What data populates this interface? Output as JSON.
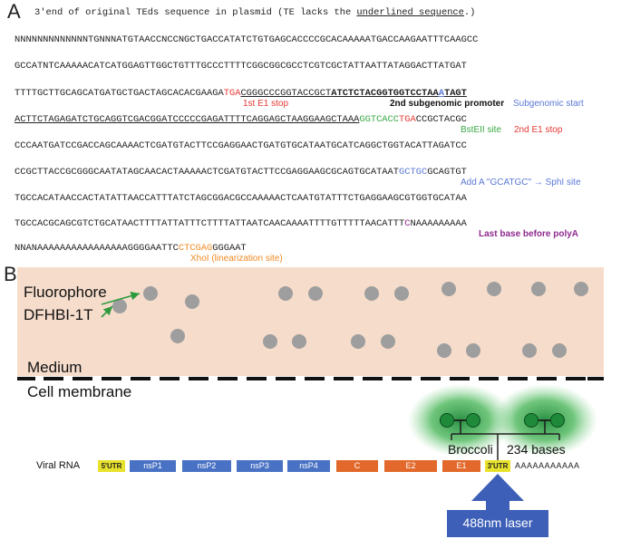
{
  "panel_a": {
    "letter": "A",
    "caption_prefix": "3'end of original TEds sequence in plasmid (TE lacks the ",
    "caption_underlined": "underlined sequence",
    "caption_suffix": ".)",
    "line1": "NNNNNNNNNNNNNTGNNNATGTAACCNCCNGCTGACCATATCTGTGAGCACCCCGCACAAAAATGACCAAGAATTTCAAGCC",
    "line2": "GCCATNTCAAAAACATCATGGAGTTGGCTGTTTGCCCTTTTCGGCGGCGCCTCGTCGCTATTAATTATAGGACTTATGAT",
    "line3_a": "TTTTGCTTGCAGCATGATGCTGACTAGCACACGAAGA",
    "line3_b": "TGA",
    "line3_c": "CGGGCCCGGTACCGCT",
    "line3_d": "ATCTCTACGGTGGTCCTAA",
    "line3_e": "A",
    "line3_f": "TAGT",
    "line4_a": "ACTTCTAGAGATCTGCAGGTCGACGGATCCCCCGAGATTTTCAGGAGCTAAGGAAGCTAAA",
    "line4_b": "GGTCACC",
    "line4_c": "TGA",
    "line4_d": "CCGCTACGC",
    "line5": "CCCAATGATCCGACCAGCAAAACTCGATGTACTTCCGAGGAACTGATGTGCATAATGCATCAGGCTGGTACATTAGATCC",
    "line6_a": "CCGCTTACCGCGGGCAATATAGCAACACTAAAAACTCGATGTACTTCCGAGGAAGCGCAGTGCATAAT",
    "line6_b": "GCTGC",
    "line6_c": "GCAGTGT",
    "line7": "TGCCACATAACCACTATATTAACCATTTATCTAGCGGACGCCAAAAACTCAATGTATTTCTGAGGAAGCGTGGTGCATAA",
    "line8_a": "TGCCACGCAGCGTCTGCATAACTTTTATTATTTCTTTTATTAATCAACAAAATTTTGTTTTTAACATTT",
    "line8_b": "C",
    "line8_c": "NAAAAAAAAA",
    "line9_a": "NNANAAAAAAAAAAAAAAAAGGGGAATTC",
    "line9_b": "CTCGAG",
    "line9_c": "GGGAAT",
    "ann_e1_stop1": "1st E1 stop",
    "ann_subgenomic_promoter": "2nd subgenomic promoter",
    "ann_subgenomic_start": "Subgenomic start",
    "ann_bsteii": "BstEII site",
    "ann_e1_stop2": "2nd E1 stop",
    "ann_sphi": "Add A \"GCATGC\" → SphI site",
    "ann_polya": "Last base before polyA",
    "ann_xhoi": "XhoI (linearization site)"
  },
  "panel_b": {
    "letter": "B",
    "fluorophore": "Fluorophore",
    "dfhbi": "DFHBI-1T",
    "medium": "Medium",
    "membrane": "Cell membrane",
    "viral_rna": "Viral RNA",
    "genes": [
      "5'UTR",
      "nsP1",
      "nsP2",
      "nsP3",
      "nsP4",
      "C",
      "E2",
      "E1",
      "3'UTR"
    ],
    "poly_a": "AAAAAAAAAAA",
    "broccoli": "Broccoli",
    "bases": "234 bases",
    "laser": "488nm laser"
  },
  "colors": {
    "medium_bg": "#f6dccb",
    "nsp_blue": "#4a72c4",
    "structural_orange": "#e2692b",
    "utr_yellow": "#e8e22c",
    "broccoli_green": "#1f8a3a",
    "laser_blue": "#3d5fb8"
  }
}
